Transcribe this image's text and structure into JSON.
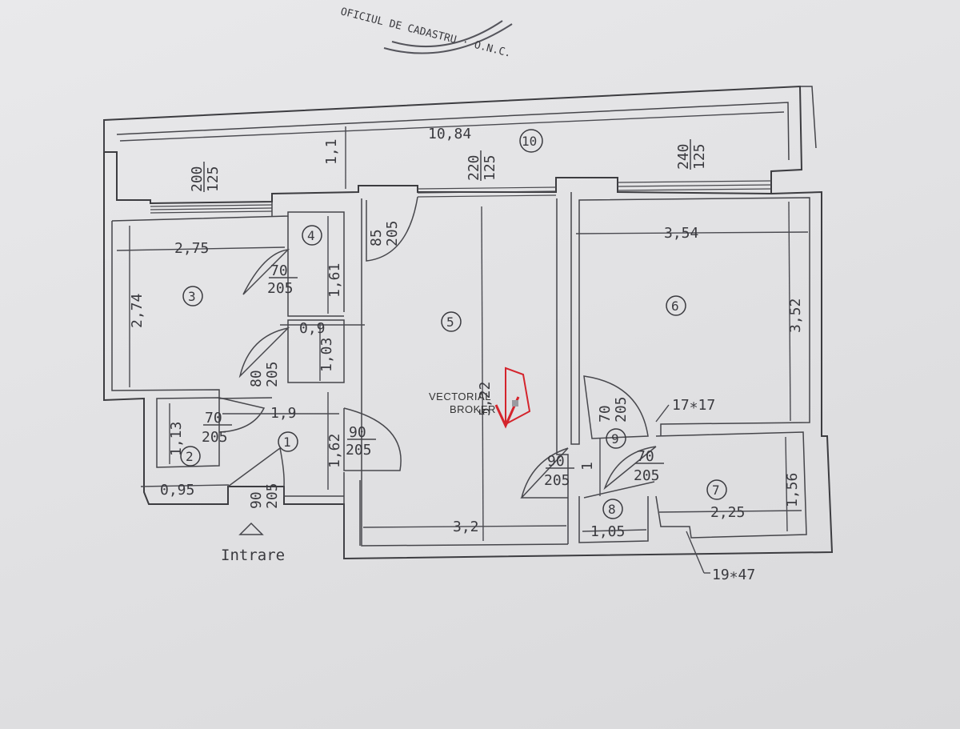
{
  "colors": {
    "ink": "#3c3c40",
    "paper": "#e6e6e8",
    "logo_red": "#d4242c"
  },
  "stamp_text": "OFICIUL DE CADASTRU · O.N.C.",
  "entrance_label": "Intrare",
  "room_numbers": [
    "1",
    "2",
    "3",
    "4",
    "5",
    "6",
    "7",
    "8",
    "9",
    "10"
  ],
  "dimensions": {
    "overall_width": "10,84",
    "balcony_depth": "1,1",
    "room3_width": "2,75",
    "room3_height": "2,74",
    "room4_height": "1,61",
    "gap_small": "0,9",
    "room_small_height": "1,03",
    "hall_width": "1,9",
    "hall_height": "1,62",
    "room2_height": "1,13",
    "room2_width": "0,95",
    "room5_height": "5,22",
    "room5_width": "3,2",
    "room6_width": "3,54",
    "room6_height": "3,52",
    "room7_width": "2,25",
    "room7_height": "1,56",
    "room8_width": "1,05",
    "room9_height": "1",
    "shaft_a": "17∗17",
    "shaft_b": "19∗47"
  },
  "openings": {
    "win1_top": "200",
    "win1_bot": "125",
    "win2_top": "220",
    "win2_bot": "125",
    "win3_top": "240",
    "win3_bot": "125",
    "door_bal_top": "85",
    "door_bal_bot": "205",
    "door4_top": "70",
    "door4_bot": "205",
    "door3_top": "80",
    "door3_bot": "205",
    "door2_top": "70",
    "door2_bot": "205",
    "door1_top": "90",
    "door1_bot": "205",
    "door_entry_top": "90",
    "door_entry_bot": "205",
    "door9_top": "70",
    "door9_bot": "205",
    "door8_top": "90",
    "door8_bot": "205",
    "door7_top": "70",
    "door7_bot": "205"
  },
  "logo": {
    "line1": "VECTORIAL",
    "line2": "BROKER"
  }
}
